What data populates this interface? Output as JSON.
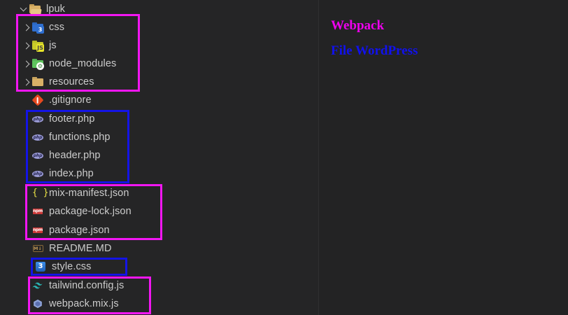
{
  "window": {
    "background_color": "#252526",
    "text_color": "#cccccc"
  },
  "explorer": {
    "root": {
      "label": "lpuk",
      "icon": "folder-open-icon",
      "expanded": true,
      "chevron": "chevron-down-icon"
    },
    "folders": [
      {
        "label": "css",
        "icon": "folder-css-icon",
        "chevron": "chevron-right-icon"
      },
      {
        "label": "js",
        "icon": "folder-js-icon",
        "chevron": "chevron-right-icon"
      },
      {
        "label": "node_modules",
        "icon": "folder-node-modules-icon",
        "chevron": "chevron-right-icon"
      },
      {
        "label": "resources",
        "icon": "folder-icon",
        "chevron": "chevron-right-icon"
      }
    ],
    "files": [
      {
        "label": ".gitignore",
        "icon": "git-icon",
        "icon_text": ""
      },
      {
        "label": "footer.php",
        "icon": "php-icon",
        "icon_text": "php"
      },
      {
        "label": "functions.php",
        "icon": "php-icon",
        "icon_text": "php"
      },
      {
        "label": "header.php",
        "icon": "php-icon",
        "icon_text": "php"
      },
      {
        "label": "index.php",
        "icon": "php-icon",
        "icon_text": "php"
      },
      {
        "label": "mix-manifest.json",
        "icon": "json-icon",
        "icon_text": "{ }"
      },
      {
        "label": "package-lock.json",
        "icon": "npm-icon",
        "icon_text": "npm"
      },
      {
        "label": "package.json",
        "icon": "npm-icon",
        "icon_text": "npm"
      },
      {
        "label": "README.MD",
        "icon": "markdown-icon",
        "icon_text": "M↓"
      },
      {
        "label": "style.css",
        "icon": "css3-icon",
        "icon_text": "3"
      },
      {
        "label": "tailwind.config.js",
        "icon": "tailwind-icon",
        "icon_text": ""
      },
      {
        "label": "webpack.mix.js",
        "icon": "webpack-icon",
        "icon_text": ""
      }
    ]
  },
  "annotations": {
    "magenta_color": "#f216f2",
    "blue_color": "#1414e6",
    "boxes": [
      {
        "name": "highlight-folders",
        "color": "magenta",
        "covers": "css, js, node_modules, resources"
      },
      {
        "name": "highlight-php-files",
        "color": "blue",
        "covers": "footer.php, functions.php, header.php, index.php"
      },
      {
        "name": "highlight-json-files",
        "color": "magenta",
        "covers": "mix-manifest.json, package-lock.json, package.json"
      },
      {
        "name": "highlight-style-css",
        "color": "blue",
        "covers": "style.css"
      },
      {
        "name": "highlight-build-configs",
        "color": "magenta",
        "covers": "tailwind.config.js, webpack.mix.js"
      }
    ]
  },
  "preview": {
    "lines": [
      {
        "text": "Webpack",
        "color": "#ee00ee"
      },
      {
        "text": "File WordPress",
        "color": "#1111ee"
      }
    ]
  }
}
